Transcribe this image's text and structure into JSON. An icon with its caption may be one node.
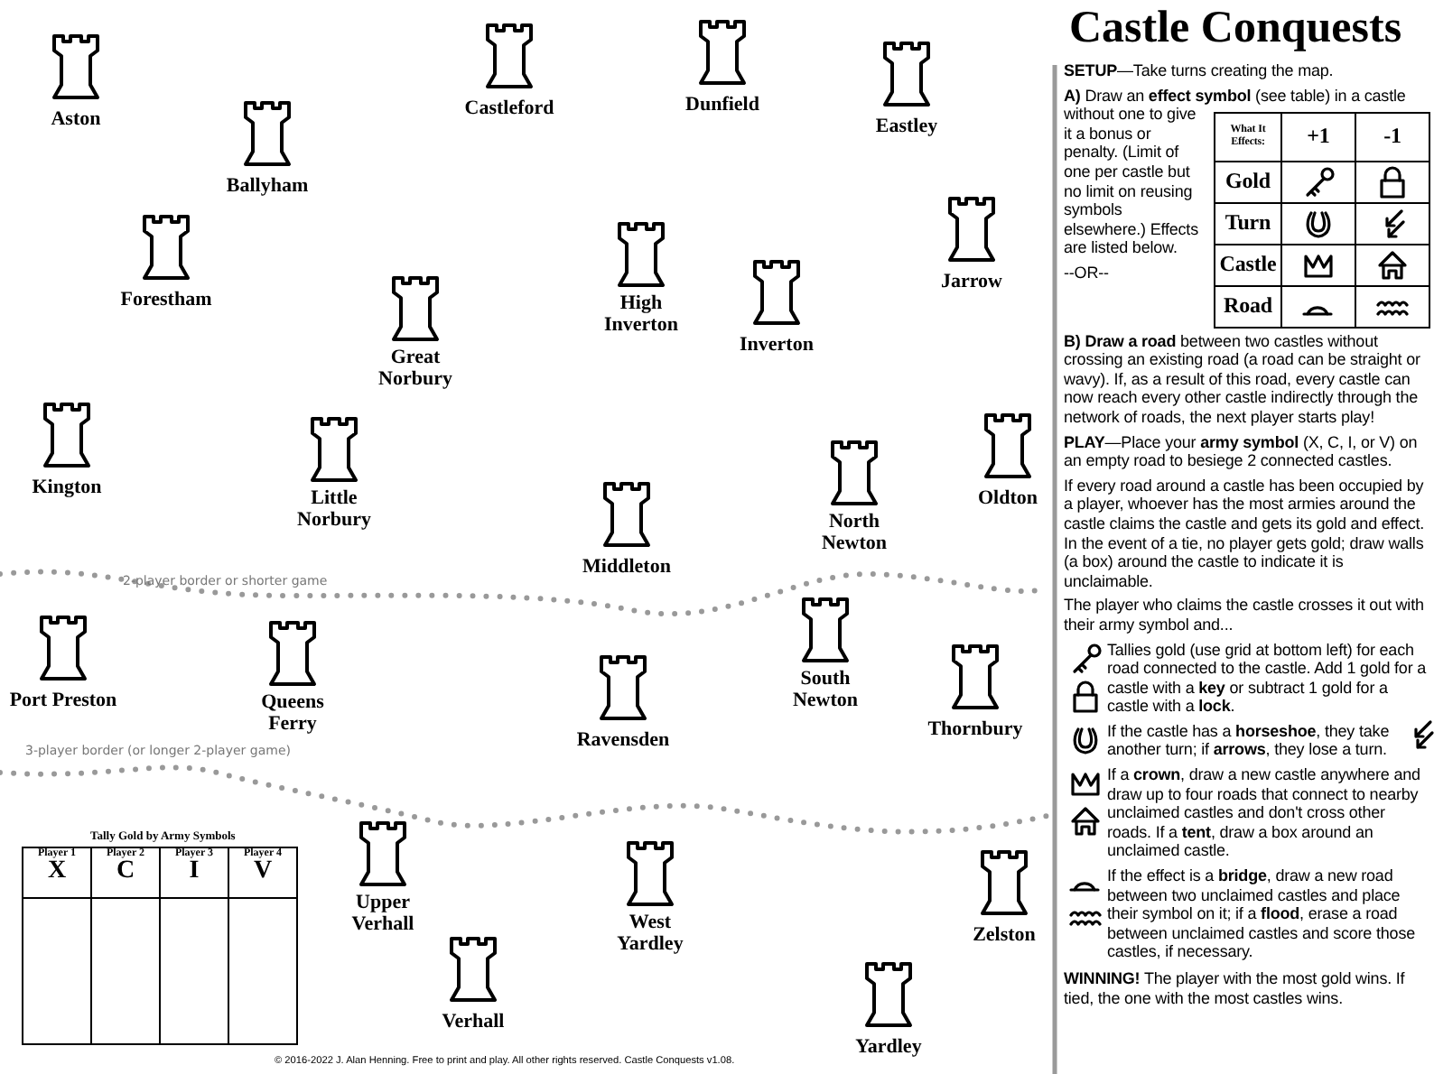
{
  "diagram": {
    "title": "Castle Conquests",
    "nodes": [
      {
        "text": [
          "Aston"
        ]
      },
      {
        "text": [
          "Castleford"
        ]
      },
      {
        "text": [
          "Dunfield"
        ]
      },
      {
        "text": [
          "Eastley"
        ]
      },
      {
        "text": [
          "Ballyham"
        ]
      },
      {
        "text": [
          "Jarrow"
        ]
      },
      {
        "text": [
          "Forestham"
        ]
      },
      {
        "text": [
          "High Inverton"
        ]
      },
      {
        "text": [
          "Inverton"
        ]
      },
      {
        "text": [
          "Great Norbury"
        ]
      },
      {
        "text": [
          "Kington"
        ]
      },
      {
        "text": [
          "Little Norbury"
        ]
      },
      {
        "text": [
          "Oldton"
        ]
      },
      {
        "text": [
          "North Newton"
        ]
      },
      {
        "text": [
          "Middleton"
        ]
      },
      {
        "text": [
          "Port Preston"
        ]
      },
      {
        "text": [
          "Queens Ferry"
        ]
      },
      {
        "text": [
          "South Newton"
        ]
      },
      {
        "text": [
          "Ravensden"
        ]
      },
      {
        "text": [
          "Thornbury"
        ]
      },
      {
        "text": [
          "Upper Verhall"
        ]
      },
      {
        "text": [
          "West Yardley"
        ]
      },
      {
        "text": [
          "Zelston"
        ]
      },
      {
        "text": [
          "Verhall"
        ]
      },
      {
        "text": [
          "Yardley"
        ]
      }
    ],
    "edges": [],
    "labels": [
      "2-player border or shorter game",
      "3-player border (or longer 2-player game)",
      "Tally Gold by Army Symbols",
      "Player 1",
      "X",
      "Player 2",
      "C",
      "Player 3",
      "I",
      "Player 4",
      "V",
      "© 2016-2022 J. Alan Henning. Free to print and play. All other rights reserved. Castle Conquests v1.08.",
      "**SETUP**—Take turns creating the map.",
      "**A)** Draw an **effect symbol** (see table) in a castle without one to give it a bonus or penalty. (Limit of one per castle but no limit on reusing symbols elsewhere.) Effects are listed below.",
      "What It Effects:",
      "+1",
      "-1",
      "Gold",
      "Turn",
      "Castle",
      "Road",
      "--OR--",
      "**B) Draw a road** between two castles without crossing an existing road (a road can be straight or wavy). If, as a result of this road, every castle can now reach every other castle indirectly through the network of roads, the next player starts play!",
      "**PLAY**—Place your **army symbol** (X, C, I, or V) on an empty road to besiege 2 connected castles.",
      "If every road around a castle has been occupied by a player, whoever has the most armies around the castle claims the castle and gets its gold and effect. In the event of a tie, no player gets gold; draw walls (a box) around the castle to indicate it is unclaimable.",
      "The player who claims the castle crosses it out with their army symbol and...",
      "Tallies gold (use grid at bottom left) for each road connected to the castle. Add 1 gold for a castle with a **key** or subtract 1 gold for a castle with a **lock**.",
      "If the castle has a **horseshoe**, they take another turn; if **arrows**, they lose a turn.",
      "If a **crown**, draw a new castle anywhere and draw up to four roads that connect to nearby unclaimed castles and don't cross other roads. If a **tent**, draw a box around an unclaimed castle.",
      "If the effect is a **bridge**, draw a new road between two unclaimed castles and place their symbol on it; if a **flood**, erase a road between unclaimed castles and score those castles, if necessary.",
      "**WINNING!** The player with the most gold wins. If tied, the one with the most castles wins."
    ]
  }
}
